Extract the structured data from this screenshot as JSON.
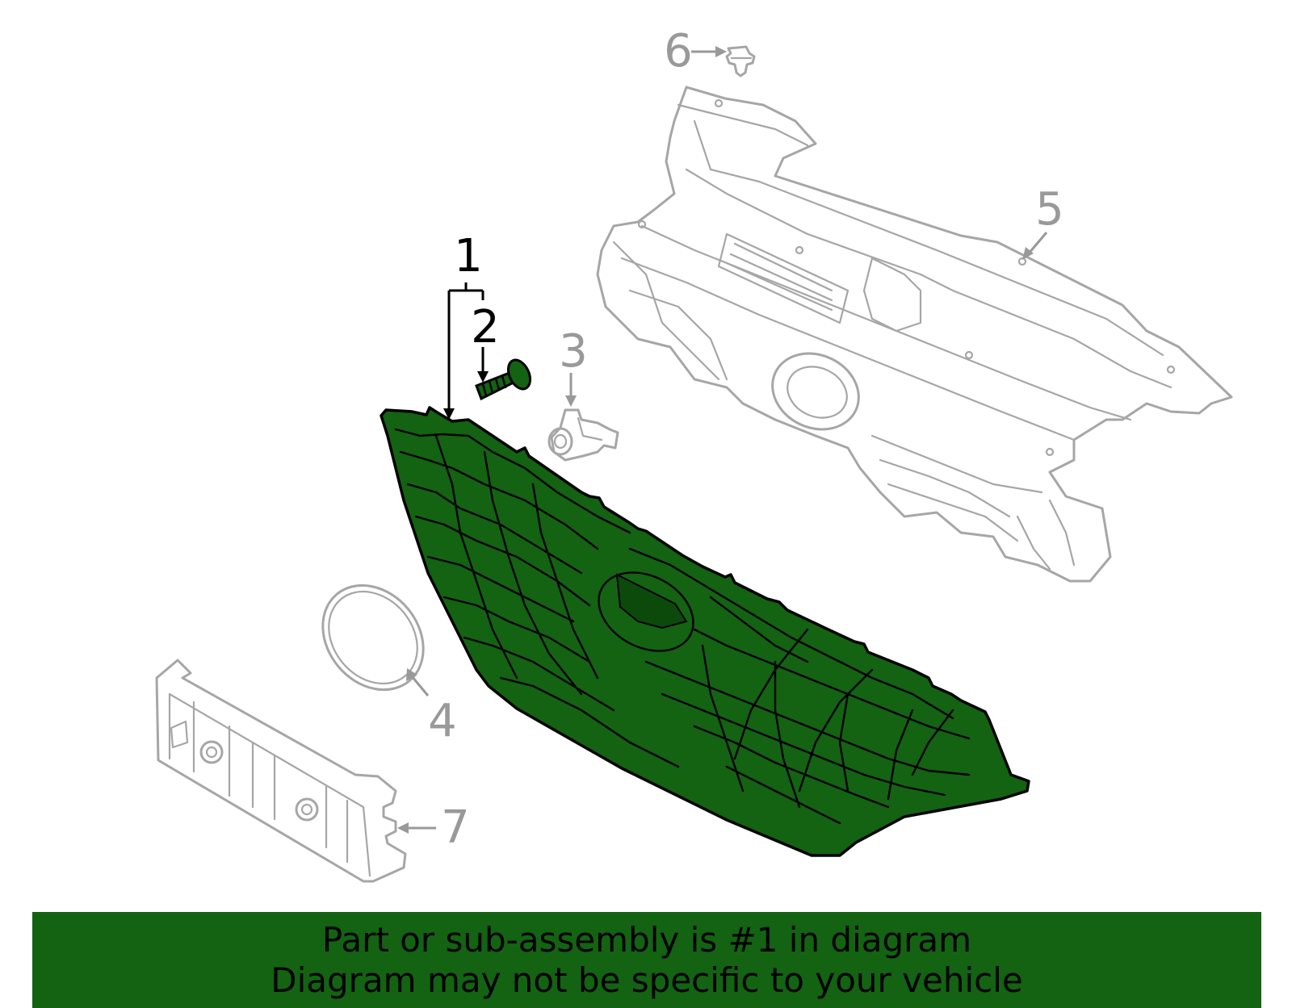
{
  "colors": {
    "highlight_green": "#136312",
    "muted_gray": "#a6a6a6",
    "label_gray": "#999999",
    "label_black": "#000000"
  },
  "callouts": {
    "c1": "1",
    "c2": "2",
    "c3": "3",
    "c4": "4",
    "c5": "5",
    "c6": "6",
    "c7": "7"
  },
  "highlighted_part": "1",
  "banner": {
    "line1": "Part or sub-assembly is #1 in diagram",
    "line2": "Diagram may not be specific to your vehicle"
  }
}
